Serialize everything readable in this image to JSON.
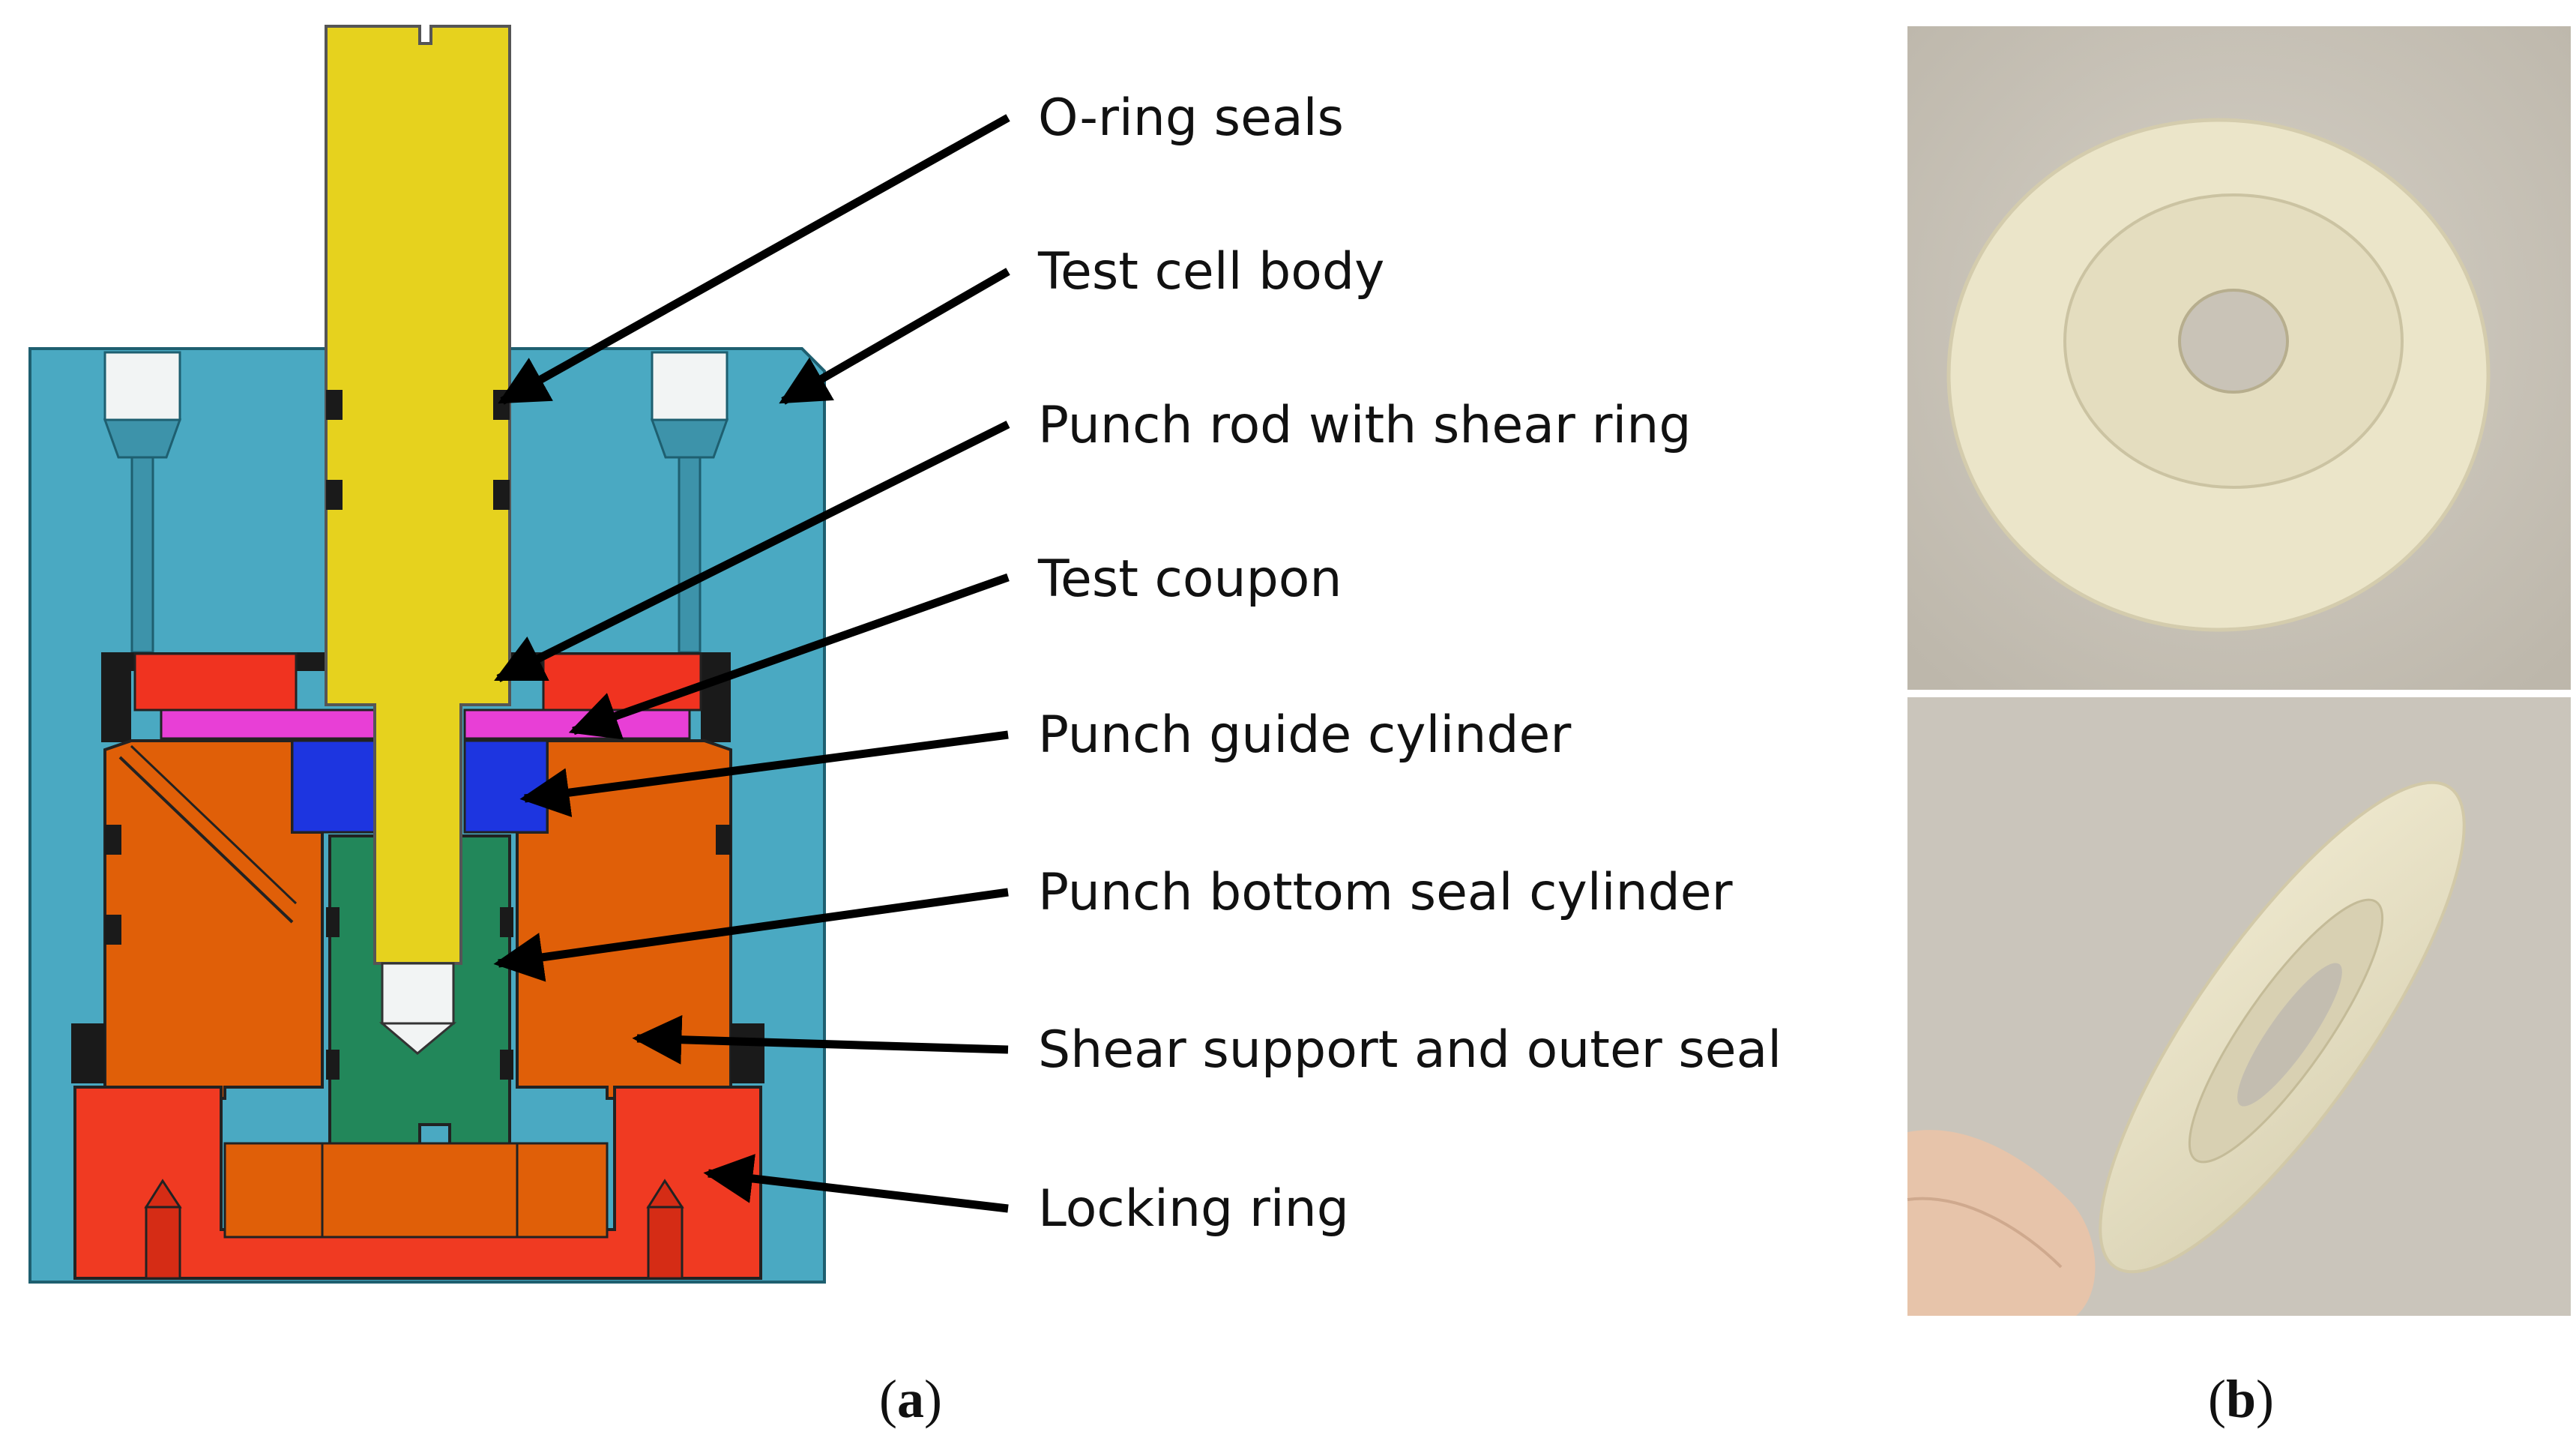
{
  "panels": {
    "a": {
      "open": "(",
      "letter": "a",
      "close": ")"
    },
    "b": {
      "open": "(",
      "letter": "b",
      "close": ")"
    }
  },
  "callouts": [
    {
      "id": "o-ring-seals",
      "label": "O-ring seals"
    },
    {
      "id": "test-cell-body",
      "label": "Test cell body"
    },
    {
      "id": "punch-rod",
      "label": "Punch rod with shear ring"
    },
    {
      "id": "test-coupon",
      "label": "Test coupon"
    },
    {
      "id": "punch-guide",
      "label": "Punch guide cylinder"
    },
    {
      "id": "punch-bottom-seal",
      "label": "Punch bottom seal cylinder"
    },
    {
      "id": "shear-support",
      "label": "Shear support and outer seal"
    },
    {
      "id": "locking-ring",
      "label": "Locking ring"
    }
  ],
  "colors": {
    "test_cell_body": "#4aa9c2",
    "punch_rod": "#e6d21e",
    "punch_guide": "#1d35e0",
    "test_coupon": "#e83fd6",
    "clamp_ring": "#f03320",
    "shear_support": "#e05f08",
    "bottom_seal": "#22875a",
    "locking_ring": "#f03a22",
    "photo_background": "#cdc8be",
    "washer": "#ebe5c9"
  }
}
